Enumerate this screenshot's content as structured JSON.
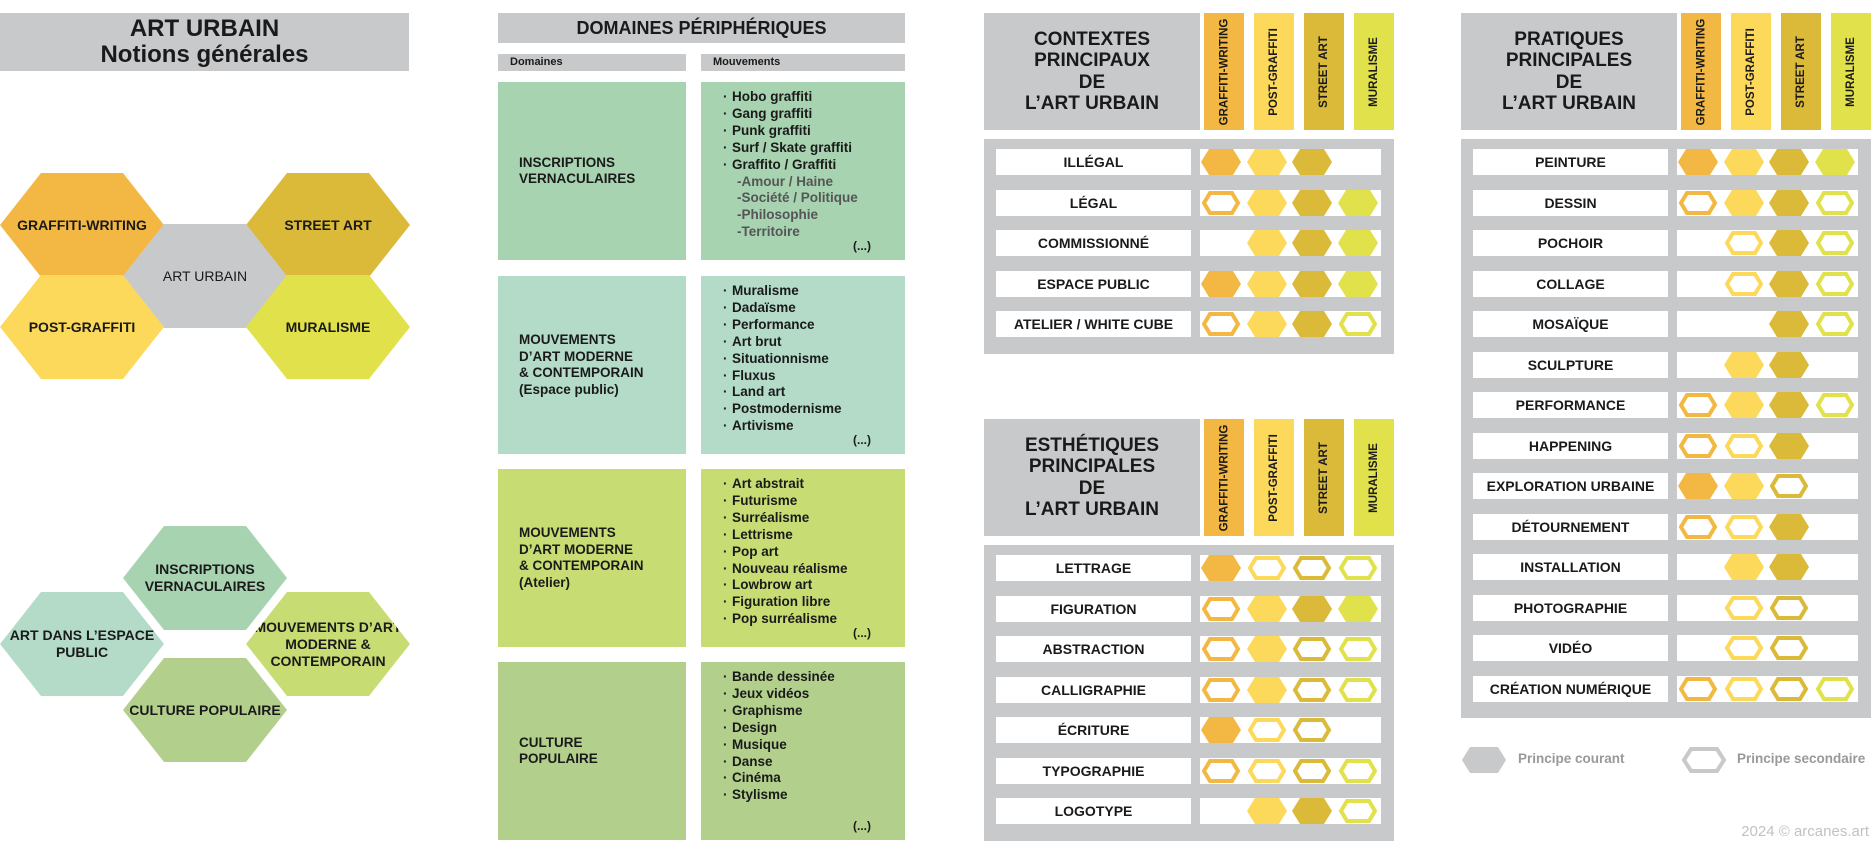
{
  "colors": {
    "grey": "#c8c9cb",
    "graffiti": "#f3b843",
    "post": "#fcd95a",
    "street": "#dbb939",
    "muralisme": "#e1e24b",
    "ins": "#a7d3b1",
    "mouv_pub": "#b3dbc8",
    "mouv_at": "#c8dc74",
    "culture": "#b2d08c"
  },
  "title": {
    "line1": "ART URBAIN",
    "line2": "Notions générales"
  },
  "hexagons_top": [
    {
      "label": "GRAFFITI-WRITING",
      "color": "#f3b843"
    },
    {
      "label": "STREET ART",
      "color": "#dbb939"
    },
    {
      "label": "ART URBAIN",
      "color": "#c8c9cb"
    },
    {
      "label": "POST-GRAFFITI",
      "color": "#fcd95a"
    },
    {
      "label": "MURALISME",
      "color": "#e1e24b"
    }
  ],
  "hexagons_bottom": [
    {
      "label": "INSCRIPTIONS VERNACULAIRES",
      "color": "#a7d3b1"
    },
    {
      "label": "ART DANS L’ESPACE PUBLIC",
      "color": "#b3dbc8"
    },
    {
      "label": "MOUVEMENTS D’ART MODERNE & CONTEMPORAIN",
      "color": "#c8dc74"
    },
    {
      "label": "CULTURE POPULAIRE",
      "color": "#b2d08c"
    }
  ],
  "domaines": {
    "title": "DOMAINES PÉRIPHÉRIQUES",
    "col1": "Domaines",
    "col2": "Mouvements",
    "etc": "(...)",
    "blocks": [
      {
        "label": [
          "INSCRIPTIONS",
          "VERNACULAIRES"
        ],
        "color": "#a7d3b1",
        "items": [
          "Hobo graffiti",
          "Gang graffiti",
          "Punk graffiti",
          "Surf / Skate graffiti",
          "Graffito / Graffiti"
        ],
        "subitems": [
          "-Amour / Haine",
          "-Société / Politique",
          "-Philosophie",
          "-Territoire"
        ]
      },
      {
        "label": [
          "MOUVEMENTS",
          "D’ART MODERNE",
          "& CONTEMPORAIN",
          "(Espace public)"
        ],
        "color": "#b3dbc8",
        "items": [
          "Muralisme",
          "Dadaïsme",
          "Performance",
          "Art brut",
          "Situationnisme",
          "Fluxus",
          "Land art",
          "Postmodernisme",
          "Artivisme"
        ],
        "subitems": []
      },
      {
        "label": [
          "MOUVEMENTS",
          "D’ART MODERNE",
          "& CONTEMPORAIN",
          "(Atelier)"
        ],
        "color": "#c8dc74",
        "items": [
          "Art abstrait",
          "Futurisme",
          "Surréalisme",
          "Lettrisme",
          "Pop art",
          "Nouveau réalisme",
          "Lowbrow art",
          "Figuration libre",
          "Pop surréalisme"
        ],
        "subitems": []
      },
      {
        "label": [
          "CULTURE",
          "POPULAIRE"
        ],
        "color": "#b2d08c",
        "items": [
          "Bande dessinée",
          "Jeux vidéos",
          "Graphisme",
          "Design",
          "Musique",
          "Danse",
          "Cinéma",
          "Stylisme"
        ],
        "subitems": []
      }
    ]
  },
  "columns": [
    "GRAFFITI-WRITING",
    "POST-GRAFFITI",
    "STREET ART",
    "MURALISME"
  ],
  "contextes": {
    "title": [
      "CONTEXTES",
      "PRINCIPAUX",
      "DE",
      "L’ART URBAIN"
    ],
    "rows": [
      {
        "label": "ILLÉGAL",
        "cells": [
          "f",
          "f",
          "f",
          "n"
        ]
      },
      {
        "label": "LÉGAL",
        "cells": [
          "o",
          "f",
          "f",
          "f"
        ]
      },
      {
        "label": "COMMISSIONNÉ",
        "cells": [
          "n",
          "f",
          "f",
          "f"
        ]
      },
      {
        "label": "ESPACE PUBLIC",
        "cells": [
          "f",
          "f",
          "f",
          "f"
        ]
      },
      {
        "label": "ATELIER / WHITE CUBE",
        "cells": [
          "o",
          "f",
          "f",
          "o"
        ]
      }
    ]
  },
  "esthetiques": {
    "title": [
      "ESTHÉTIQUES",
      "PRINCIPALES",
      "DE",
      "L’ART URBAIN"
    ],
    "rows": [
      {
        "label": "LETTRAGE",
        "cells": [
          "f",
          "o",
          "o",
          "o"
        ]
      },
      {
        "label": "FIGURATION",
        "cells": [
          "o",
          "f",
          "f",
          "f"
        ]
      },
      {
        "label": "ABSTRACTION",
        "cells": [
          "o",
          "f",
          "o",
          "o"
        ]
      },
      {
        "label": "CALLIGRAPHIE",
        "cells": [
          "o",
          "f",
          "o",
          "o"
        ]
      },
      {
        "label": "ÉCRITURE",
        "cells": [
          "f",
          "o",
          "o",
          "n"
        ]
      },
      {
        "label": "TYPOGRAPHIE",
        "cells": [
          "o",
          "o",
          "o",
          "o"
        ]
      },
      {
        "label": "LOGOTYPE",
        "cells": [
          "n",
          "f",
          "f",
          "o"
        ]
      }
    ]
  },
  "pratiques": {
    "title": [
      "PRATIQUES",
      "PRINCIPALES",
      "DE",
      "L’ART URBAIN"
    ],
    "rows": [
      {
        "label": "PEINTURE",
        "cells": [
          "f",
          "f",
          "f",
          "f"
        ]
      },
      {
        "label": "DESSIN",
        "cells": [
          "o",
          "f",
          "f",
          "o"
        ]
      },
      {
        "label": "POCHOIR",
        "cells": [
          "n",
          "o",
          "f",
          "o"
        ]
      },
      {
        "label": "COLLAGE",
        "cells": [
          "n",
          "o",
          "f",
          "o"
        ]
      },
      {
        "label": "MOSAÏQUE",
        "cells": [
          "n",
          "n",
          "f",
          "o"
        ]
      },
      {
        "label": "SCULPTURE",
        "cells": [
          "n",
          "f",
          "f",
          "n"
        ]
      },
      {
        "label": "PERFORMANCE",
        "cells": [
          "o",
          "f",
          "f",
          "o"
        ]
      },
      {
        "label": "HAPPENING",
        "cells": [
          "o",
          "o",
          "f",
          "n"
        ]
      },
      {
        "label": "EXPLORATION URBAINE",
        "cells": [
          "f",
          "f",
          "o",
          "n"
        ]
      },
      {
        "label": "DÉTOURNEMENT",
        "cells": [
          "o",
          "o",
          "f",
          "n"
        ]
      },
      {
        "label": "INSTALLATION",
        "cells": [
          "n",
          "f",
          "f",
          "n"
        ]
      },
      {
        "label": "PHOTOGRAPHIE",
        "cells": [
          "n",
          "o",
          "o",
          "n"
        ]
      },
      {
        "label": "VIDÉO",
        "cells": [
          "n",
          "o",
          "o",
          "n"
        ]
      },
      {
        "label": "CRÉATION NUMÉRIQUE",
        "cells": [
          "o",
          "o",
          "o",
          "o"
        ]
      }
    ]
  },
  "legend": {
    "courant": "Principe courant",
    "secondaire": "Principe secondaire"
  },
  "copyright": "2024  © arcanes.art"
}
